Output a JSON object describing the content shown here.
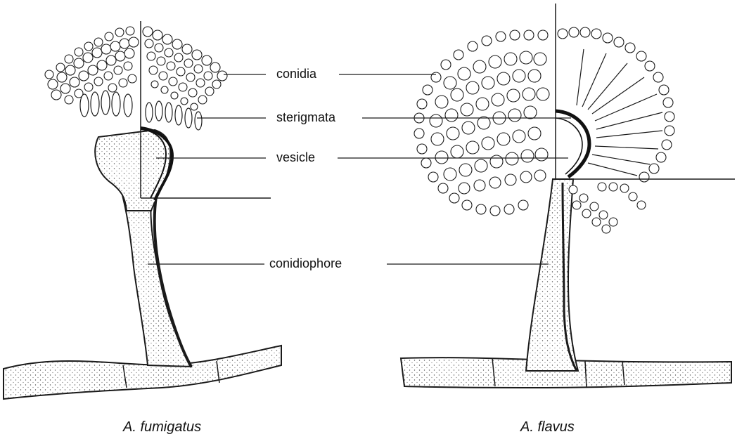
{
  "labels": {
    "conidia": "conidia",
    "sterigmata": "sterigmata",
    "vesicle": "vesicle",
    "conidiophore": "conidiophore"
  },
  "captions": {
    "left": "A. fumigatus",
    "right": "A. flavus"
  },
  "colors": {
    "ink": "#1a1a1a",
    "background": "#ffffff"
  }
}
